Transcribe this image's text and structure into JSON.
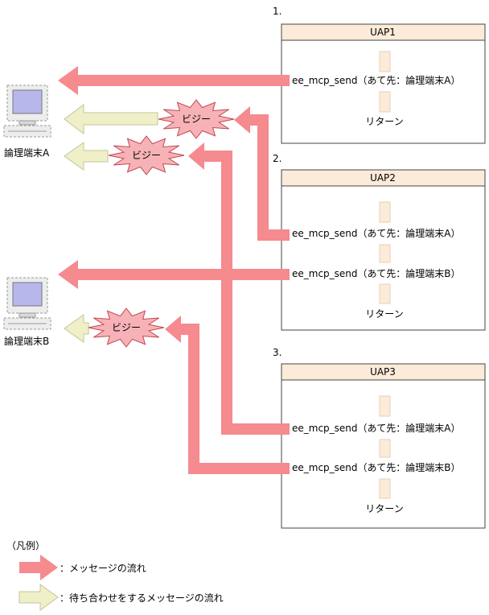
{
  "colors": {
    "message_arrow": "#f58a8f",
    "waiting_arrow_fill": "#f0f0c8",
    "waiting_arrow_stroke": "#c4c49a",
    "busy_fill": "#f7b2b8",
    "busy_stroke": "#c0484f",
    "uap_header": "#fcebd9",
    "uap_border": "#444444",
    "pc_screen": "#b7b7ec",
    "pc_frame": "#9a9a9a"
  },
  "steps": [
    {
      "number": "1.",
      "uap": "UAP1",
      "lines": [
        "ee_mcp_send（あて先：論理端末A）",
        "リターン"
      ]
    },
    {
      "number": "2.",
      "uap": "UAP2",
      "lines": [
        "ee_mcp_send（あて先：論理端末A）",
        "ee_mcp_send（あて先：論理端末B）",
        "リターン"
      ]
    },
    {
      "number": "3.",
      "uap": "UAP3",
      "lines": [
        "ee_mcp_send（あて先：論理端末A）",
        "ee_mcp_send（あて先：論理端末B）",
        "リターン"
      ]
    }
  ],
  "terminals": [
    "論理端末A",
    "論理端末B"
  ],
  "busy_label": "ビジー",
  "legend": {
    "title": "（凡例）",
    "message_flow": "：メッセージの流れ",
    "waiting_flow": "：待ち合わせをするメッセージの流れ"
  }
}
